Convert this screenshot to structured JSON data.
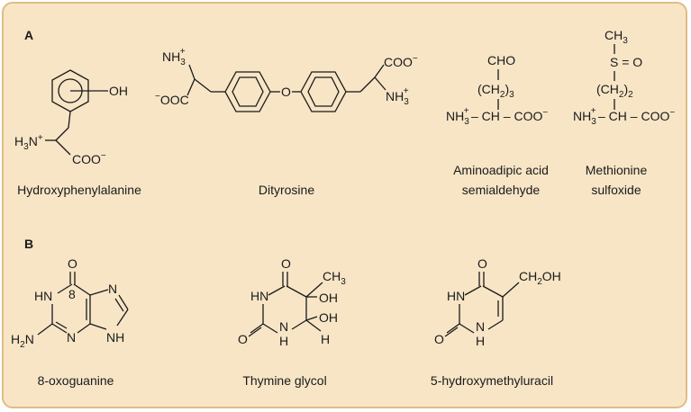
{
  "colors": {
    "panel": "#f7e5c6",
    "border": "#e0bd84",
    "ink": "#1a1a1a"
  },
  "section_a": {
    "label": "A",
    "compounds": [
      {
        "name": "Hydroxyphenylalanine"
      },
      {
        "name": "Dityrosine"
      },
      {
        "name_line1": "Aminoadipic acid",
        "name_line2": "semialdehyde"
      },
      {
        "name_line1": "Methionine",
        "name_line2": "sulfoxide"
      }
    ]
  },
  "section_b": {
    "label": "B",
    "compounds": [
      {
        "name": "8-oxoguanine"
      },
      {
        "name": "Thymine glycol"
      },
      {
        "name": "5-hydroxymethyluracil"
      }
    ]
  },
  "atoms": {
    "oh": "OH",
    "h": "H",
    "h3n": "H",
    "n_plus": "N",
    "coo": "COO",
    "coo_minus": "−",
    "minus_ooc": "−OOC",
    "nh": "NH",
    "three": "3",
    "plus": "+",
    "o": "O",
    "cho": "CHO",
    "ch": "CH",
    "ch2_open": "(CH",
    "ch2_close": ")",
    "two": "2",
    "s_eq_o": "S = O",
    "ch3": "CH",
    "dash_ch_dash": "– CH – COO",
    "n": "N",
    "hn": "HN",
    "h2n": "H",
    "eight": "8",
    "ch2oh_a": "CH",
    "ch2oh_b": "OH"
  }
}
